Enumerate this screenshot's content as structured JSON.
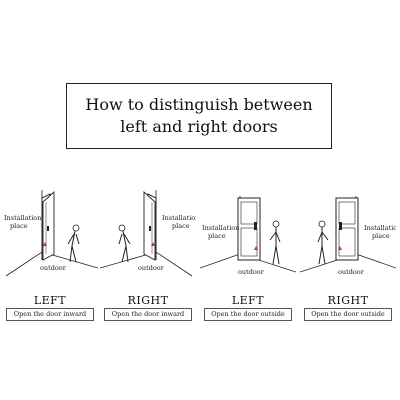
{
  "title": {
    "line1": "How to distinguish between",
    "line2": "left and right doors"
  },
  "panels": [
    {
      "side": "LEFT",
      "caption": "Open the door inward",
      "installation_label": [
        "Installation",
        "place"
      ],
      "outdoor_label": "outdoor"
    },
    {
      "side": "RIGHT",
      "caption": "Open the door inward",
      "installation_label": [
        "Installation",
        "place"
      ],
      "outdoor_label": "outdoor"
    },
    {
      "side": "LEFT",
      "caption": "Open the door outside",
      "installation_label": [
        "Installation",
        "place"
      ],
      "outdoor_label": "outdoor"
    },
    {
      "side": "RIGHT",
      "caption": "Open the door outside",
      "installation_label": [
        "Installation",
        "place"
      ],
      "outdoor_label": "outdoor"
    }
  ],
  "colors": {
    "line": "#222222",
    "accent_red": "#c0392b"
  }
}
